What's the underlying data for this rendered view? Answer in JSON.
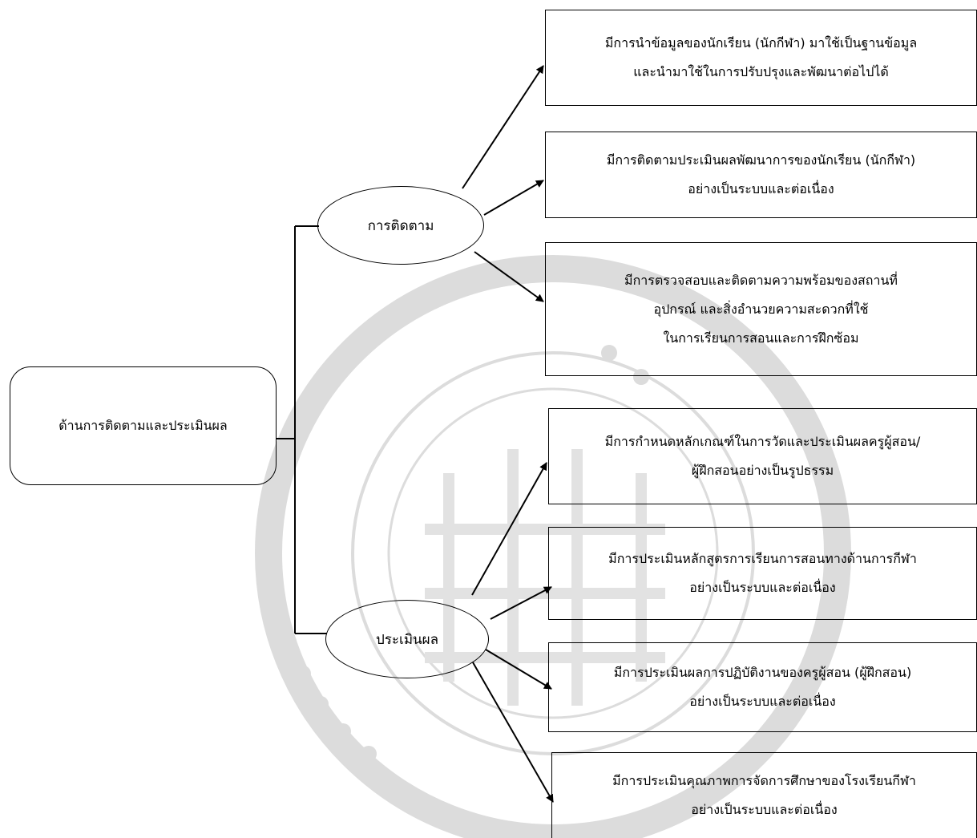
{
  "root": {
    "label": "ด้านการติดตามและประเมินผล"
  },
  "branches": [
    {
      "label": "การติดตาม",
      "items": [
        {
          "lines": [
            "มีการนำข้อมูลของนักเรียน (นักกีฬา) มาใช้เป็นฐานข้อมูล",
            "และนำมาใช้ในการปรับปรุงและพัฒนาต่อไปได้"
          ]
        },
        {
          "lines": [
            "มีการติดตามประเมินผลพัฒนาการของนักเรียน (นักกีฬา)",
            "อย่างเป็นระบบและต่อเนื่อง"
          ]
        },
        {
          "lines": [
            "มีการตรวจสอบและติดตามความพร้อมของสถานที่",
            "อุปกรณ์ และสิ่งอำนวยความสะดวกที่ใช้",
            "ในการเรียนการสอนและการฝึกซ้อม"
          ]
        }
      ]
    },
    {
      "label": "ประเมินผล",
      "items": [
        {
          "lines": [
            "มีการกำหนดหลักเกณฑ์ในการวัดและประเมินผลครูผู้สอน/",
            "ผู้ฝึกสอนอย่างเป็นรูปธรรม"
          ]
        },
        {
          "lines": [
            "มีการประเมินหลักสูตรการเรียนการสอนทางด้านการกีฬา",
            "อย่างเป็นระบบและต่อเนื่อง"
          ]
        },
        {
          "lines": [
            "มีการประเมินผลการปฏิบัติงานของครูผู้สอน (ผู้ฝึกสอน)",
            "อย่างเป็นระบบและต่อเนื่อง"
          ]
        },
        {
          "lines": [
            "มีการประเมินคุณภาพการจัดการศึกษาของโรงเรียนกีฬา",
            "อย่างเป็นระบบและต่อเนื่อง"
          ]
        }
      ]
    }
  ],
  "colors": {
    "line": "#000000",
    "watermark": "#d9d9d9"
  }
}
